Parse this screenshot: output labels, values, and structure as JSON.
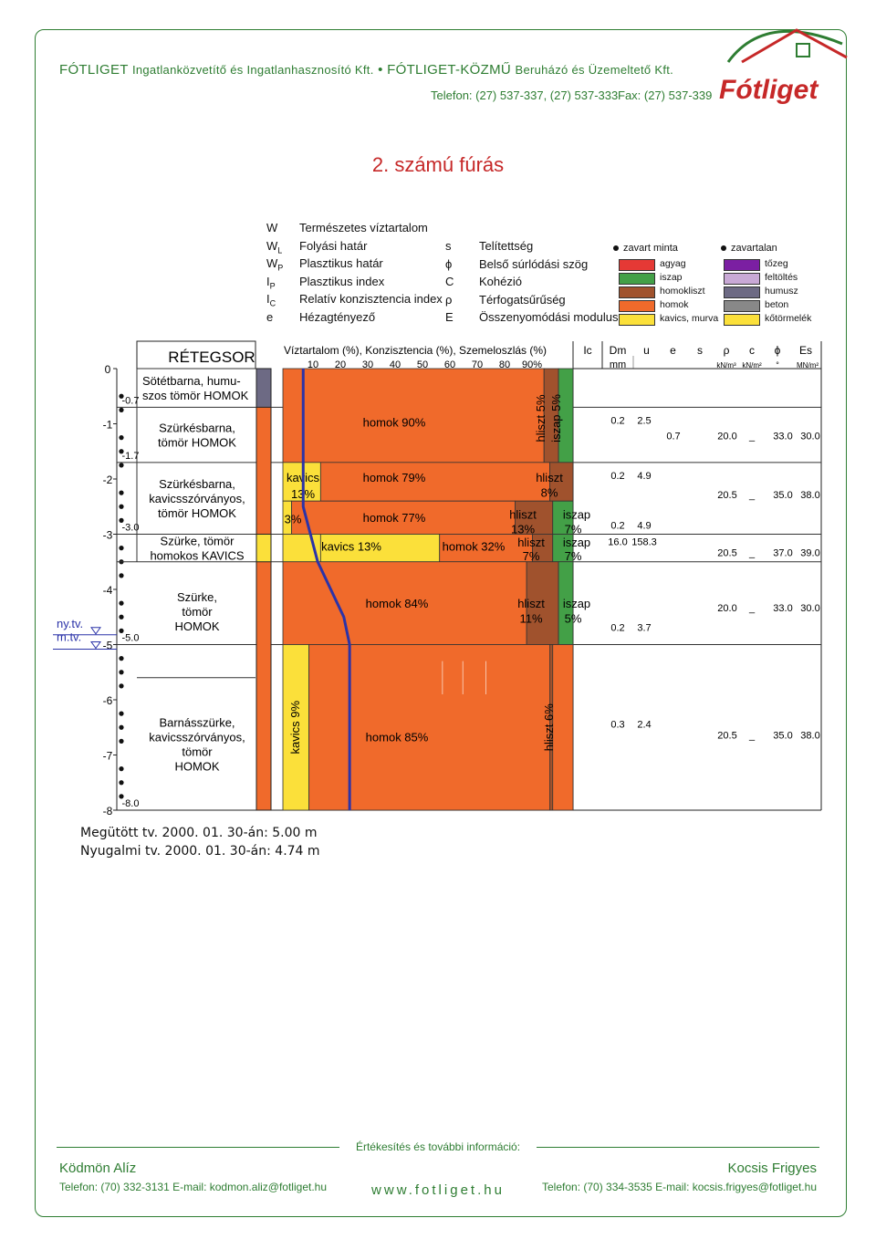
{
  "header": {
    "company1": "FÓTLIGET",
    "company1_desc": "Ingatlanközvetítő és Ingatlanhasznosító Kft.",
    "bullet": "•",
    "company2": "FÓTLIGET-KÖZMŰ",
    "company2_desc": "Beruházó és Üzemeltető Kft.",
    "phone": "Telefon: (27) 537-337, (27) 537-333",
    "fax": "Fax: (27) 537-339",
    "logo_text": "Fótliget"
  },
  "title": "2. számú fúrás",
  "legend": {
    "symbols": [
      {
        "sym": "W",
        "sub": "",
        "label": "Természetes víztartalom"
      },
      {
        "sym": "W",
        "sub": "L",
        "label": "Folyási határ"
      },
      {
        "sym": "W",
        "sub": "P",
        "label": "Plasztikus határ"
      },
      {
        "sym": "I",
        "sub": "P",
        "label": "Plasztikus index"
      },
      {
        "sym": "I",
        "sub": "C",
        "label": "Relatív konzisztencia index"
      },
      {
        "sym": "e",
        "sub": "",
        "label": "Hézagtényező"
      }
    ],
    "symbols2": [
      {
        "sym": "s",
        "label": "Telítettség"
      },
      {
        "sym": "ϕ",
        "label": "Belső súrlódási szög"
      },
      {
        "sym": "C",
        "label": "Kohézió"
      },
      {
        "sym": "ρ",
        "label": "Térfogatsűrűség"
      },
      {
        "sym": "E",
        "label": "Összenyomódási modulus"
      }
    ],
    "disturbed_title": "zavart minta",
    "undisturbed_title": "zavartalan",
    "swatches1": [
      {
        "label": "agyag",
        "color": "#e53935"
      },
      {
        "label": "iszap",
        "color": "#43a047"
      },
      {
        "label": "homokliszt",
        "color": "#a0522d"
      },
      {
        "label": "homok",
        "color": "#f06a2b"
      },
      {
        "label": "kavics, murva",
        "color": "#fbe03a"
      }
    ],
    "swatches2": [
      {
        "label": "tőzeg",
        "color": "#7b1fa2"
      },
      {
        "label": "feltöltés",
        "color": "#c9a9d6"
      },
      {
        "label": "humusz",
        "color": "#6d6a84"
      },
      {
        "label": "beton",
        "color": "#888888"
      },
      {
        "label": "kőtörmelék",
        "color": "#fbe03a"
      }
    ]
  },
  "log": {
    "retegsor_title": "RÉTEGSOR",
    "water_header": "Víztartalom (%), Konzisztencia (%), Szemeloszlás (%)",
    "scale_ticks": [
      "10",
      "20",
      "30",
      "40",
      "50",
      "60",
      "70",
      "80",
      "90%"
    ],
    "param_headers": [
      "Ic",
      "Dm",
      "u",
      "e",
      "s",
      "ρ",
      "c",
      "ϕ",
      "Es"
    ],
    "unit_dm": "mm",
    "unit_rho": "kN/m³",
    "unit_c": "kN/m²",
    "unit_phi": "°",
    "unit_es": "MN/m²",
    "depth_ticks": [
      "0",
      "-1",
      "-2",
      "-3",
      "-4",
      "-5",
      "-6",
      "-7",
      "-8"
    ],
    "layer_bounds": [
      "-0.7",
      "-1.7",
      "-3.0",
      "-5.0",
      "-8.0"
    ],
    "layers": [
      {
        "desc": [
          "Sötétbarna, humu-",
          "szos tömör HOMOK"
        ]
      },
      {
        "desc": [
          "Szürkésbarna,",
          "tömör HOMOK"
        ]
      },
      {
        "desc": [
          "Szürkésbarna,",
          "kavicsszórványos,",
          "tömör HOMOK"
        ]
      },
      {
        "desc": [
          "Szürke, tömör",
          "homokos KAVICS"
        ]
      },
      {
        "desc": [
          "Szürke,",
          "tömör",
          "HOMOK"
        ]
      },
      {
        "desc": [
          "Barnásszürke,",
          "kavicsszórványos,",
          "tömör",
          "HOMOK"
        ]
      }
    ],
    "grain_labels": {
      "homok90": "homok 90%",
      "hliszt5": "hliszt 5%",
      "iszap5": "iszap 5%",
      "kavics13a": "kavics",
      "kavics13b": "13%",
      "homok79": "homok 79%",
      "hliszt8a": "hliszt",
      "hliszt8b": "8%",
      "p3": "3%",
      "homok77": "homok 77%",
      "hliszt13a": "hliszt",
      "hliszt13b": "13%",
      "iszap7a": "iszap",
      "iszap7b": "7%",
      "kavics13c": "kavics 13%",
      "homok32": "homok 32%",
      "hliszt7a": "hliszt",
      "hliszt7b": "7%",
      "iszap7c": "iszap",
      "iszap7d": "7%",
      "homok84": "homok 84%",
      "hliszt11a": "hliszt",
      "hliszt11b": "11%",
      "iszap5a": "iszap",
      "iszap5b": "5%",
      "kavics9": "kavics 9%",
      "homok85": "homok 85%",
      "hliszt6": "hliszt 6%"
    },
    "params": [
      {
        "ic": "",
        "dm": "0.2",
        "u": "2.5",
        "e": "0.7",
        "rho": "20.0",
        "c": "_",
        "phi": "33.0",
        "es": "30.0"
      },
      {
        "ic": "",
        "dm": "0.2",
        "u": "4.9",
        "e": "",
        "rho": "20.5",
        "c": "_",
        "phi": "35.0",
        "es": "38.0"
      },
      {
        "ic": "",
        "dm": "0.2",
        "u": "4.9",
        "e": "",
        "rho": "",
        "c": "",
        "phi": "",
        "es": ""
      },
      {
        "ic": "",
        "dm": "16.0",
        "u": "158.3",
        "e": "",
        "rho": "20.5",
        "c": "_",
        "phi": "37.0",
        "es": "39.0"
      },
      {
        "ic": "",
        "dm": "0.2",
        "u": "3.7",
        "e": "",
        "rho": "20.0",
        "c": "_",
        "phi": "33.0",
        "es": "30.0"
      },
      {
        "ic": "",
        "dm": "0.3",
        "u": "2.4",
        "e": "",
        "rho": "20.5",
        "c": "_",
        "phi": "35.0",
        "es": "38.0"
      }
    ],
    "water_labels": {
      "nytv": "ny.tv.",
      "mtv": "m.tv."
    }
  },
  "notes": {
    "line1": "Megütött tv. 2000. 01. 30-án: 5.00 m",
    "line2": "Nyugalmi tv. 2000. 01. 30-án: 4.74 m"
  },
  "footer": {
    "label": "Értékesítés és további információ:",
    "left_name": "Ködmön Alíz",
    "left_contact": "Telefon: (70) 332-3131   E-mail: kodmon.aliz@fotliget.hu",
    "website": "www.fotliget.hu",
    "right_name": "Kocsis Frigyes",
    "right_contact": "Telefon: (70) 334-3535   E-mail: kocsis.frigyes@fotliget.hu"
  }
}
